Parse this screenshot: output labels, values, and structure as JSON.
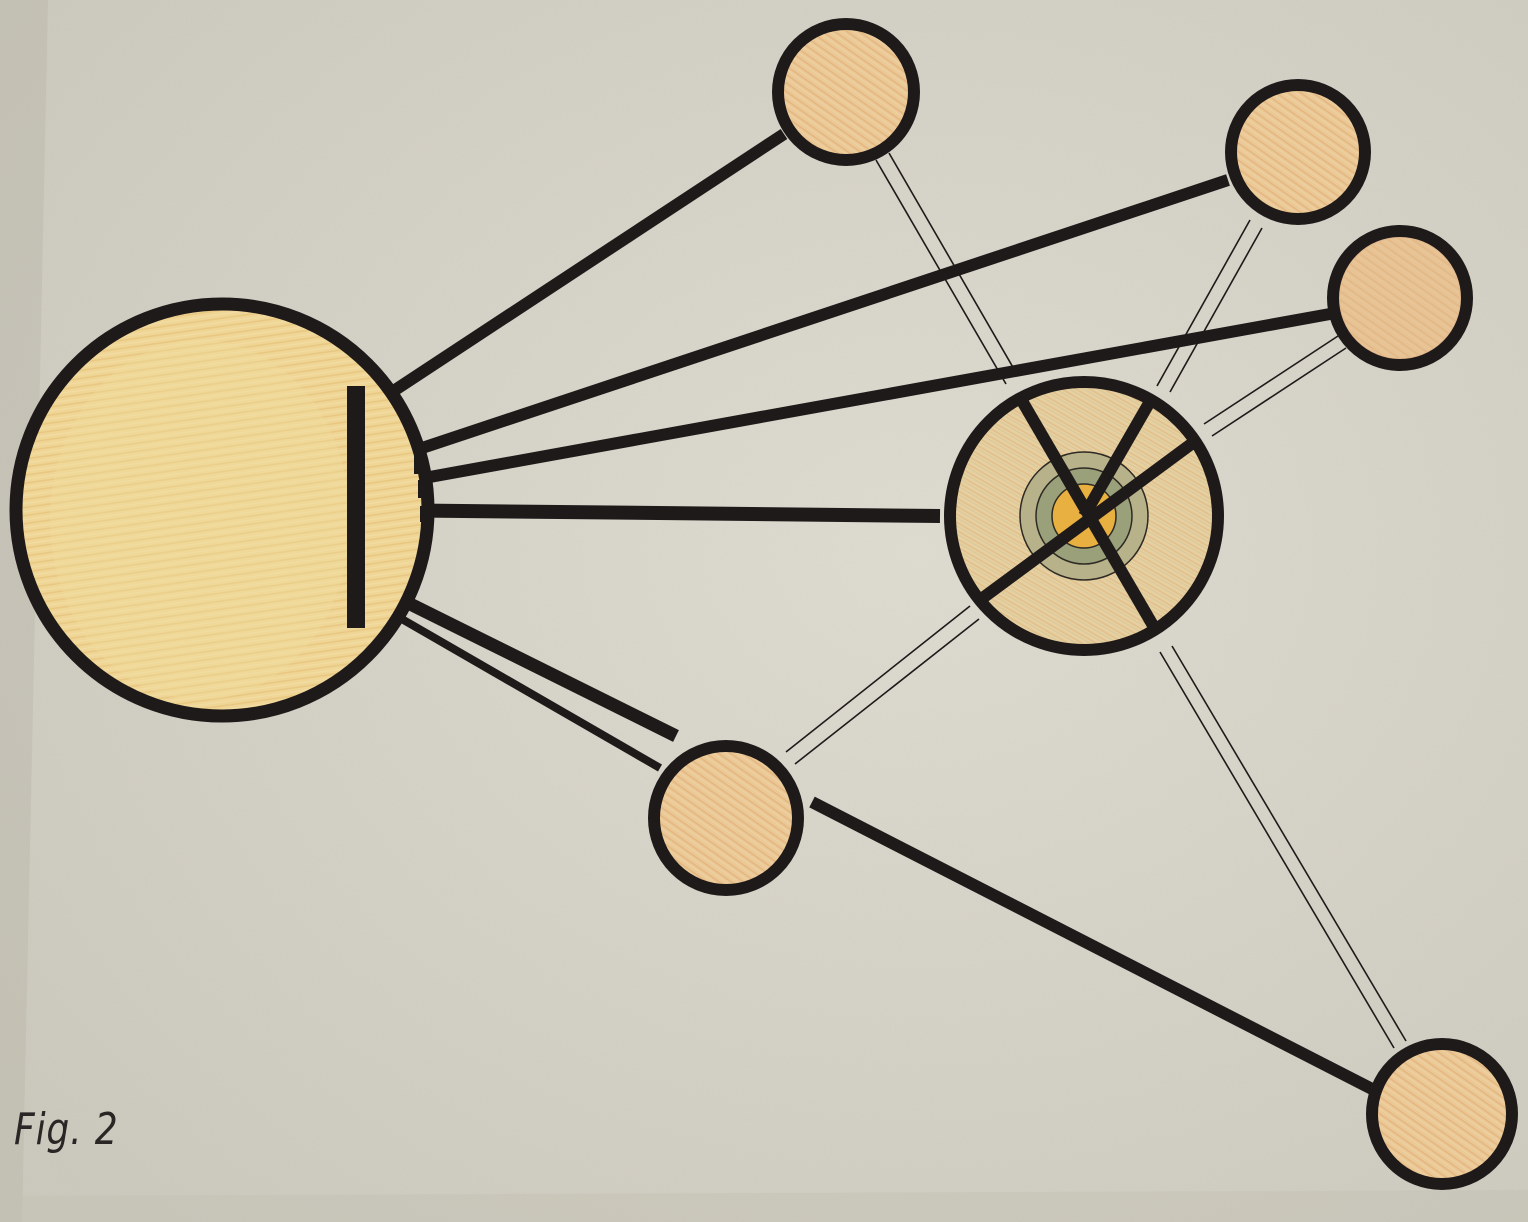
{
  "figure": {
    "label": "Fig. 2"
  },
  "colors": {
    "paper": "#d9d6cb",
    "paper_shade": "#cfccc0",
    "ink": "#1f1a1a",
    "fill_large": "#ecd08e",
    "fill_small": "#e8c593",
    "fill_center_ring": "#9aa07a",
    "fill_center_core": "#e8b040"
  },
  "diagram": {
    "nodes": [
      {
        "id": "large-body"
      },
      {
        "id": "hub"
      },
      {
        "id": "top"
      },
      {
        "id": "upper-right"
      },
      {
        "id": "right"
      },
      {
        "id": "lower-middle"
      },
      {
        "id": "bottom-right"
      }
    ],
    "links": [
      {
        "from": "large-body",
        "to": "top",
        "style": "thick"
      },
      {
        "from": "large-body",
        "to": "upper-right",
        "style": "thick"
      },
      {
        "from": "large-body",
        "to": "right",
        "style": "thick"
      },
      {
        "from": "large-body",
        "to": "hub",
        "style": "thick"
      },
      {
        "from": "large-body",
        "to": "lower-middle",
        "style": "thick"
      },
      {
        "from": "large-body",
        "to": "bottom-right",
        "style": "thick"
      },
      {
        "from": "top",
        "to": "hub",
        "style": "double-thin"
      },
      {
        "from": "upper-right",
        "to": "hub",
        "style": "double-thin"
      },
      {
        "from": "right",
        "to": "hub",
        "style": "double-thin"
      },
      {
        "from": "lower-middle",
        "to": "hub",
        "style": "double-thin"
      },
      {
        "from": "bottom-right",
        "to": "hub",
        "style": "double-thin"
      }
    ]
  }
}
